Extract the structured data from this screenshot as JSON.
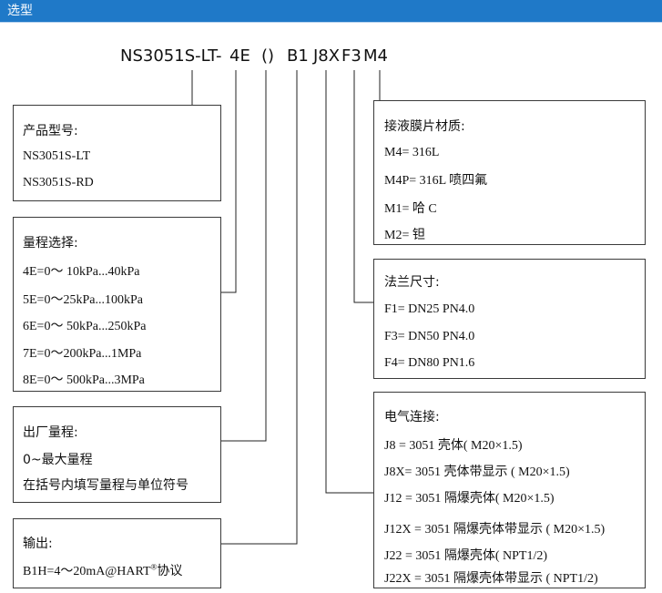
{
  "header": {
    "title": "选型"
  },
  "model_code": {
    "base": "NS3051S-LT",
    "dash1": "-",
    "range": "4E",
    "paren": "()",
    "output": "B1",
    "electrical": "J8X",
    "flange": "F3",
    "material": "M4"
  },
  "boxes": {
    "product": {
      "title": "产品型号:",
      "items": [
        "NS3051S-LT",
        "NS3051S-RD"
      ]
    },
    "range": {
      "title": "量程选择:",
      "items": [
        "4E=0～ 10kPa...40kPa",
        "5E=0～25kPa...100kPa",
        "6E=0～ 50kPa...250kPa",
        "7E=0～200kPa...1MPa",
        "8E=0～ 500kPa...3MPa"
      ]
    },
    "factory": {
      "title": "出厂量程:",
      "items": [
        "0~最大量程",
        "在括号内填写量程与单位符号"
      ]
    },
    "output": {
      "title": "输出:",
      "text": "B1H=4～20mA@HART",
      "reg": "®",
      "suffix": "协议"
    },
    "material": {
      "title": "接液膜片材质:",
      "items": [
        "M4= 316L",
        "M4P= 316L 喷四氟",
        "M1= 哈 C",
        "M2= 钽"
      ]
    },
    "flange": {
      "title": "法兰尺寸:",
      "items": [
        "F1= DN25 PN4.0",
        "F3= DN50 PN4.0",
        "F4= DN80 PN1.6"
      ]
    },
    "electrical": {
      "title": "电气连接:",
      "items": [
        "J8 = 3051 壳体( M20×1.5)",
        "J8X= 3051 壳体带显示 ( M20×1.5)",
        "J12 = 3051 隔爆壳体( M20×1.5)",
        "J12X = 3051 隔爆壳体带显示 ( M20×1.5)",
        "J22 = 3051 隔爆壳体( NPT1/2)",
        "J22X = 3051 隔爆壳体带显示 ( NPT1/2)"
      ]
    }
  }
}
